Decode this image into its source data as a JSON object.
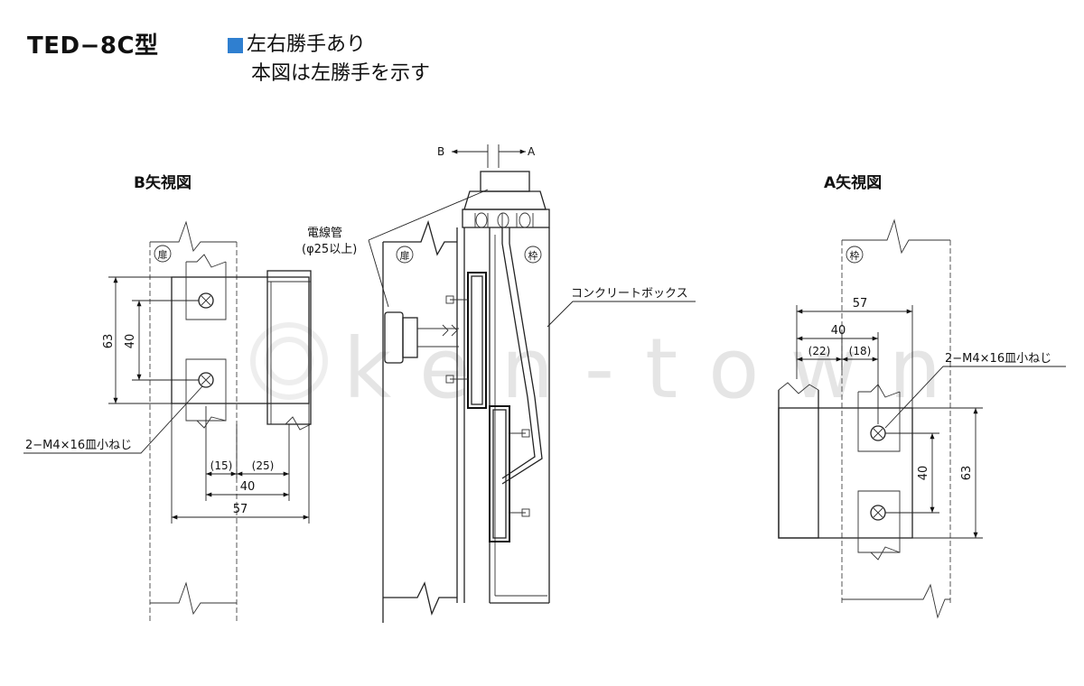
{
  "header": {
    "title": "TED−8C型",
    "legend_color": "#2f7fd0",
    "legend_line1": "左右勝手あり",
    "legend_line2": "本図は左勝手を示す"
  },
  "views": {
    "b_view": "B矢視図",
    "a_view": "A矢視図"
  },
  "marks": {
    "door": "扉",
    "frame": "枠"
  },
  "section": {
    "b_arrow": "B",
    "a_arrow": "A",
    "conduit_line1": "電線管",
    "conduit_line2": "(φ25以上)",
    "box": "コンクリートボックス"
  },
  "b_dims": {
    "h63": "63",
    "h40": "40",
    "d15": "(15)",
    "d25": "(25)",
    "d40": "40",
    "d57": "57",
    "screw": "2−M4×16皿小ねじ"
  },
  "a_dims": {
    "d57": "57",
    "d40": "40",
    "d22": "(22)",
    "d18": "(18)",
    "h40": "40",
    "h63": "63",
    "screw": "2−M4×16皿小ねじ"
  },
  "watermark": "ken-town"
}
